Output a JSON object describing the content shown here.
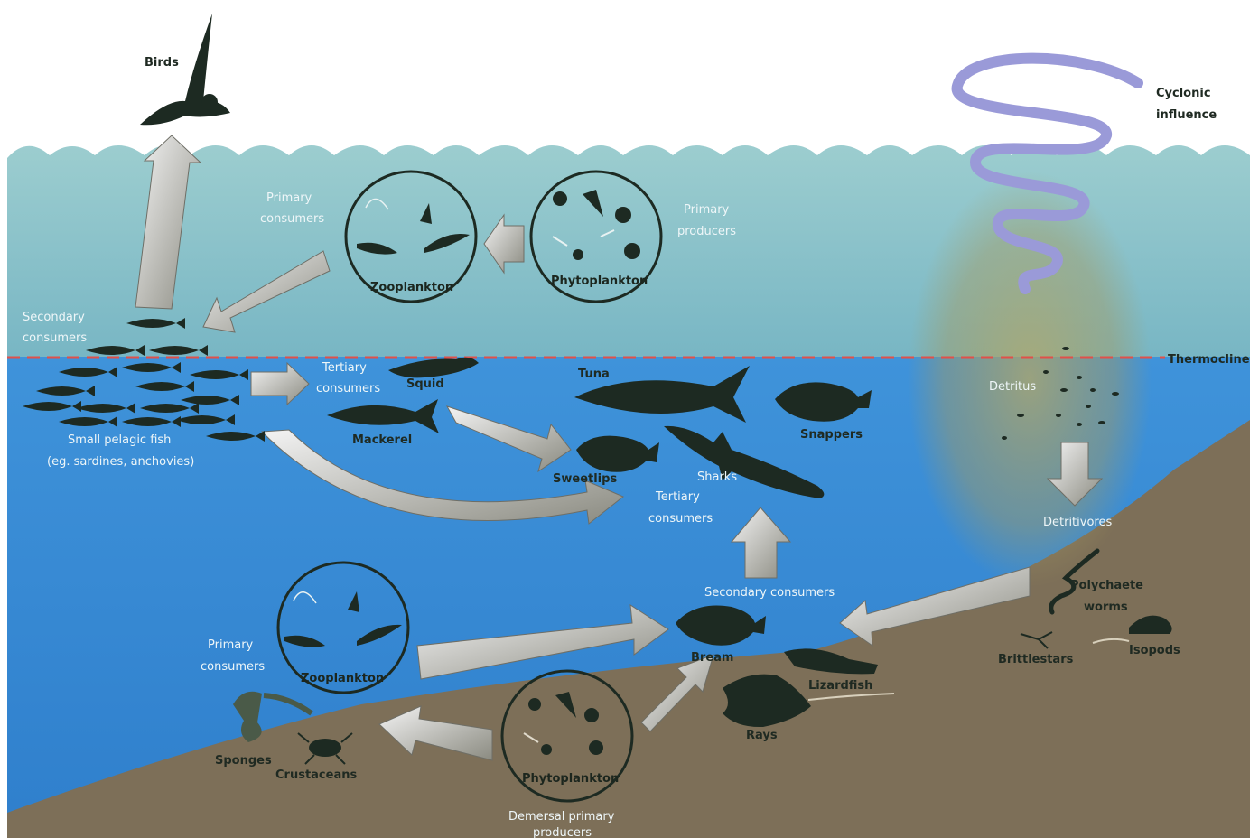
{
  "labels": {
    "birds": "Birds",
    "cyclonic_1": "Cyclonic",
    "cyclonic_2": "influence",
    "primary_consumers_top_1": "Primary",
    "primary_consumers_top_2": "consumers",
    "zooplankton_top": "Zooplankton",
    "phytoplankton_top": "Phytoplankton",
    "primary_producers_1": "Primary",
    "primary_producers_2": "producers",
    "secondary_consumers_1": "Secondary",
    "secondary_consumers_2": "consumers",
    "thermocline": "Thermocline",
    "tertiary_consumers_a_1": "Tertiary",
    "tertiary_consumers_a_2": "consumers",
    "squid": "Squid",
    "mackerel": "Mackerel",
    "small_pelagic_1": "Small pelagic fish",
    "small_pelagic_2": "(eg. sardines, anchovies)",
    "tuna": "Tuna",
    "snappers": "Snappers",
    "sweetlips": "Sweetlips",
    "sharks": "Sharks",
    "tertiary_consumers_b_1": "Tertiary",
    "tertiary_consumers_b_2": "consumers",
    "detritus": "Detritus",
    "detritivores": "Detritivores",
    "polychaete_1": "Polychaete",
    "polychaete_2": "worms",
    "brittlestars": "Brittlestars",
    "isopods": "Isopods",
    "secondary_consumers_bottom": "Secondary consumers",
    "bream": "Bream",
    "lizardfish": "Lizardfish",
    "rays": "Rays",
    "primary_consumers_bottom_1": "Primary",
    "primary_consumers_bottom_2": "consumers",
    "zooplankton_bottom": "Zooplankton",
    "phytoplankton_bottom": "Phytoplankton",
    "sponges": "Sponges",
    "crustaceans": "Crustaceans",
    "demersal_1": "Demersal primary",
    "demersal_2": "producers"
  },
  "colors": {
    "sky": "#ffffff",
    "surface_water": "#8ec4c6",
    "deep_water": "#3d8fd6",
    "seabed": "#7d6f58",
    "thermocline_line": "#e0504a",
    "cyclone": "#9a9ad8",
    "silhouette": "#1d2a22"
  }
}
